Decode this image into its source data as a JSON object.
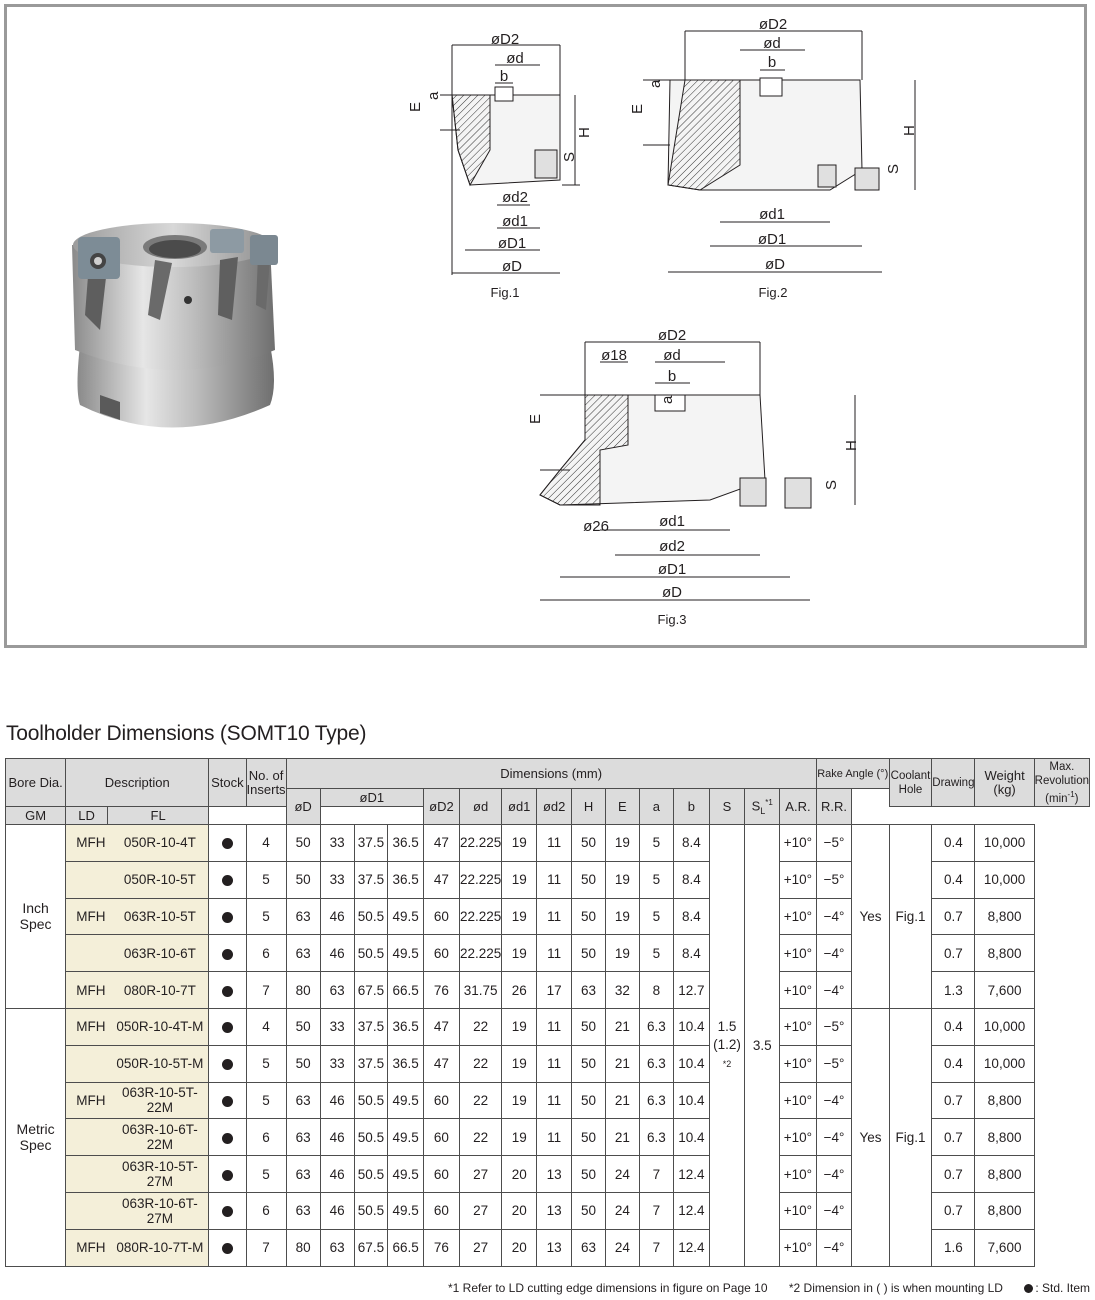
{
  "figures": {
    "fig1": {
      "label": "Fig.1",
      "dims": [
        "øD2",
        "ød",
        "b",
        "a",
        "E",
        "H",
        "S",
        "ød2",
        "ød1",
        "øD1",
        "øD"
      ]
    },
    "fig2": {
      "label": "Fig.2",
      "dims": [
        "øD2",
        "ød",
        "b",
        "a",
        "E",
        "H",
        "S",
        "ød1",
        "øD1",
        "øD"
      ]
    },
    "fig3": {
      "label": "Fig.3",
      "dims": [
        "øD2",
        "ø18",
        "ød",
        "b",
        "a",
        "E",
        "H",
        "S",
        "ø26",
        "ød1",
        "ød2",
        "øD1",
        "øD"
      ]
    }
  },
  "section_title": "Toolholder Dimensions (SOMT10 Type)",
  "table": {
    "headers": {
      "bore_dia": "Bore Dia.",
      "description": "Description",
      "stock": "Stock",
      "no_of_inserts_line1": "No. of",
      "no_of_inserts_line2": "Inserts",
      "dimensions": "Dimensions (mm)",
      "oD": "øD",
      "oD1": "øD1",
      "gm": "GM",
      "ld": "LD",
      "fl": "FL",
      "oD2": "øD2",
      "od": "ød",
      "od1": "ød1",
      "od2": "ød2",
      "h": "H",
      "e": "E",
      "a": "a",
      "b": "b",
      "s": "S",
      "sl": "S",
      "sl_sub": "L",
      "sl_sup": "*1",
      "rake_angle": "Rake Angle (°)",
      "ar": "A.R.",
      "rr": "R.R.",
      "coolant_line1": "Coolant",
      "coolant_line2": "Hole",
      "drawing": "Drawing",
      "weight_line1": "Weight",
      "weight_line2": "(kg)",
      "maxrev_line1": "Max.",
      "maxrev_line2": "Revolution",
      "maxrev_line3": "(min",
      "maxrev_sup": "-1",
      "maxrev_close": ")"
    },
    "groups": [
      {
        "bore": "Inch Spec",
        "coolant": "Yes",
        "drawing": "Fig.1",
        "rows": [
          {
            "prefix": "MFH",
            "code": "050R-10-4T",
            "inserts": "4",
            "D": "50",
            "GM": "33",
            "LD": "37.5",
            "FL": "36.5",
            "D2": "47",
            "d": "22.225",
            "d1": "19",
            "d2": "11",
            "H": "50",
            "E": "19",
            "a": "5",
            "b": "8.4",
            "AR": "+10°",
            "RR": "−5°",
            "weight": "0.4",
            "rev": "10,000"
          },
          {
            "prefix": "",
            "code": "050R-10-5T",
            "inserts": "5",
            "D": "50",
            "GM": "33",
            "LD": "37.5",
            "FL": "36.5",
            "D2": "47",
            "d": "22.225",
            "d1": "19",
            "d2": "11",
            "H": "50",
            "E": "19",
            "a": "5",
            "b": "8.4",
            "AR": "+10°",
            "RR": "−5°",
            "weight": "0.4",
            "rev": "10,000"
          },
          {
            "prefix": "MFH",
            "code": "063R-10-5T",
            "inserts": "5",
            "D": "63",
            "GM": "46",
            "LD": "50.5",
            "FL": "49.5",
            "D2": "60",
            "d": "22.225",
            "d1": "19",
            "d2": "11",
            "H": "50",
            "E": "19",
            "a": "5",
            "b": "8.4",
            "AR": "+10°",
            "RR": "−4°",
            "weight": "0.7",
            "rev": "8,800"
          },
          {
            "prefix": "",
            "code": "063R-10-6T",
            "inserts": "6",
            "D": "63",
            "GM": "46",
            "LD": "50.5",
            "FL": "49.5",
            "D2": "60",
            "d": "22.225",
            "d1": "19",
            "d2": "11",
            "H": "50",
            "E": "19",
            "a": "5",
            "b": "8.4",
            "AR": "+10°",
            "RR": "−4°",
            "weight": "0.7",
            "rev": "8,800"
          },
          {
            "prefix": "MFH",
            "code": "080R-10-7T",
            "inserts": "7",
            "D": "80",
            "GM": "63",
            "LD": "67.5",
            "FL": "66.5",
            "D2": "76",
            "d": "31.75",
            "d1": "26",
            "d2": "17",
            "H": "63",
            "E": "32",
            "a": "8",
            "b": "12.7",
            "AR": "+10°",
            "RR": "−4°",
            "weight": "1.3",
            "rev": "7,600"
          }
        ]
      },
      {
        "bore": "Metric Spec",
        "bore_line1": "Metric",
        "bore_line2": "Spec",
        "coolant": "Yes",
        "drawing": "Fig.1",
        "rows": [
          {
            "prefix": "MFH",
            "code": "050R-10-4T-M",
            "inserts": "4",
            "D": "50",
            "GM": "33",
            "LD": "37.5",
            "FL": "36.5",
            "D2": "47",
            "d": "22",
            "d1": "19",
            "d2": "11",
            "H": "50",
            "E": "21",
            "a": "6.3",
            "b": "10.4",
            "AR": "+10°",
            "RR": "−5°",
            "weight": "0.4",
            "rev": "10,000"
          },
          {
            "prefix": "",
            "code": "050R-10-5T-M",
            "inserts": "5",
            "D": "50",
            "GM": "33",
            "LD": "37.5",
            "FL": "36.5",
            "D2": "47",
            "d": "22",
            "d1": "19",
            "d2": "11",
            "H": "50",
            "E": "21",
            "a": "6.3",
            "b": "10.4",
            "AR": "+10°",
            "RR": "−5°",
            "weight": "0.4",
            "rev": "10,000"
          },
          {
            "prefix": "MFH",
            "code": "063R-10-5T-22M",
            "inserts": "5",
            "D": "63",
            "GM": "46",
            "LD": "50.5",
            "FL": "49.5",
            "D2": "60",
            "d": "22",
            "d1": "19",
            "d2": "11",
            "H": "50",
            "E": "21",
            "a": "6.3",
            "b": "10.4",
            "AR": "+10°",
            "RR": "−4°",
            "weight": "0.7",
            "rev": "8,800"
          },
          {
            "prefix": "",
            "code": "063R-10-6T-22M",
            "inserts": "6",
            "D": "63",
            "GM": "46",
            "LD": "50.5",
            "FL": "49.5",
            "D2": "60",
            "d": "22",
            "d1": "19",
            "d2": "11",
            "H": "50",
            "E": "21",
            "a": "6.3",
            "b": "10.4",
            "AR": "+10°",
            "RR": "−4°",
            "weight": "0.7",
            "rev": "8,800"
          },
          {
            "prefix": "",
            "code": "063R-10-5T-27M",
            "inserts": "5",
            "D": "63",
            "GM": "46",
            "LD": "50.5",
            "FL": "49.5",
            "D2": "60",
            "d": "27",
            "d1": "20",
            "d2": "13",
            "H": "50",
            "E": "24",
            "a": "7",
            "b": "12.4",
            "AR": "+10°",
            "RR": "−4°",
            "weight": "0.7",
            "rev": "8,800"
          },
          {
            "prefix": "",
            "code": "063R-10-6T-27M",
            "inserts": "6",
            "D": "63",
            "GM": "46",
            "LD": "50.5",
            "FL": "49.5",
            "D2": "60",
            "d": "27",
            "d1": "20",
            "d2": "13",
            "H": "50",
            "E": "24",
            "a": "7",
            "b": "12.4",
            "AR": "+10°",
            "RR": "−4°",
            "weight": "0.7",
            "rev": "8,800"
          },
          {
            "prefix": "MFH",
            "code": "080R-10-7T-M",
            "inserts": "7",
            "D": "80",
            "GM": "63",
            "LD": "67.5",
            "FL": "66.5",
            "D2": "76",
            "d": "27",
            "d1": "20",
            "d2": "13",
            "H": "63",
            "E": "24",
            "a": "7",
            "b": "12.4",
            "AR": "+10°",
            "RR": "−4°",
            "weight": "1.6",
            "rev": "7,600"
          }
        ]
      }
    ],
    "shared": {
      "s_line1": "1.5",
      "s_line2": "(1.2)",
      "s_line3": "*2",
      "sl": "3.5"
    }
  },
  "footnotes": {
    "note1": "*1 Refer to LD cutting edge dimensions in figure on Page 10",
    "note2": "*2 Dimension in (   ) is when mounting LD",
    "legend": ": Std. Item"
  }
}
